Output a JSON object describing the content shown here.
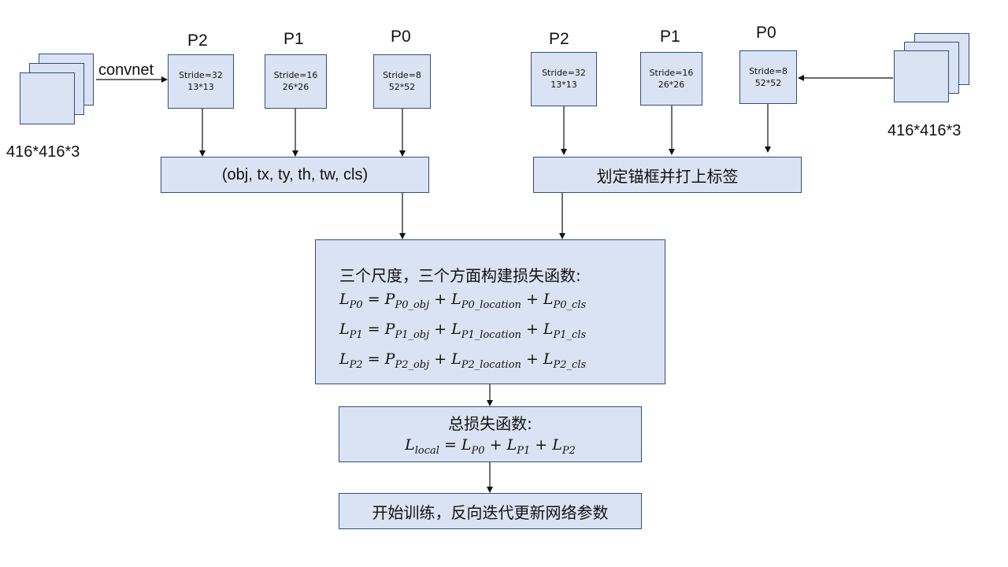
{
  "left": {
    "input_label": "416*416*3",
    "connector_label": "convnet",
    "features": [
      {
        "name": "P2",
        "stride": "Stride=32",
        "size": "13*13"
      },
      {
        "name": "P1",
        "stride": "Stride=16",
        "size": "26*26"
      },
      {
        "name": "P0",
        "stride": "Stride=8",
        "size": "52*52"
      }
    ],
    "output_box": "(obj, tx, ty, th, tw, cls)"
  },
  "right": {
    "input_label": "416*416*3",
    "features": [
      {
        "name": "P2",
        "stride": "Stride=32",
        "size": "13*13"
      },
      {
        "name": "P1",
        "stride": "Stride=16",
        "size": "26*26"
      },
      {
        "name": "P0",
        "stride": "Stride=8",
        "size": "52*52"
      }
    ],
    "output_box": "划定锚框并打上标签"
  },
  "loss_box": {
    "title": "三个尺度，三个方面构建损失函数:",
    "formulas": [
      {
        "lhs": "L",
        "lhs_sub": "P0",
        "t1": "P",
        "t1_sub": "P0_obj",
        "t2": "L",
        "t2_sub": "P0_location",
        "t3": "L",
        "t3_sub": "P0_cls"
      },
      {
        "lhs": "L",
        "lhs_sub": "P1",
        "t1": "P",
        "t1_sub": "P1_obj",
        "t2": "L",
        "t2_sub": "P1_location",
        "t3": "L",
        "t3_sub": "P1_cls"
      },
      {
        "lhs": "L",
        "lhs_sub": "P2",
        "t1": "P",
        "t1_sub": "P2_obj",
        "t2": "L",
        "t2_sub": "P2_location",
        "t3": "L",
        "t3_sub": "P2_cls"
      }
    ]
  },
  "total_box": {
    "title": "总损失函数:",
    "lhs": "L",
    "lhs_sub": "local",
    "t1": "L",
    "t1_sub": "P0",
    "t2": "L",
    "t2_sub": "P1",
    "t3": "L",
    "t3_sub": "P2"
  },
  "train_box": "开始训练，反向迭代更新网络参数"
}
